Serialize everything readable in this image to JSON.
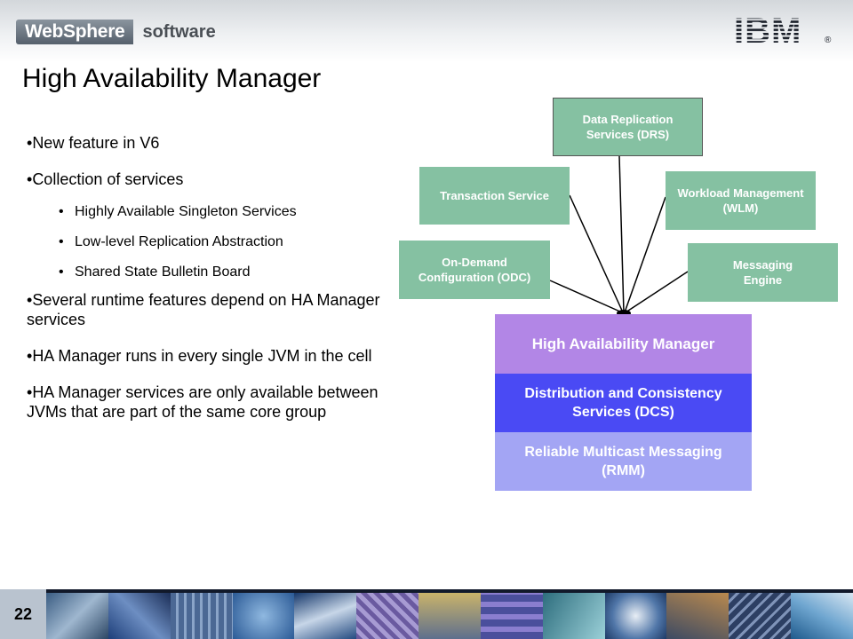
{
  "header": {
    "brand_left": "WebSphere",
    "brand_right": "software",
    "logo_text": "IBM",
    "logo_mark": "®"
  },
  "title": "High Availability Manager",
  "bullets": {
    "b1": "New feature in V6",
    "b2": "Collection of services",
    "sub1": "Highly Available Singleton Services",
    "sub2": "Low-level Replication Abstraction",
    "sub3": "Shared State Bulletin Board",
    "b3": "Several runtime features depend on HA Manager services",
    "b4": "HA Manager runs in every single JVM in the cell",
    "b5": "HA Manager services are only available between JVMs that are part of the same core group"
  },
  "services": {
    "drs": "Data Replication Services (DRS)",
    "ts": "Transaction Service",
    "wlm": "Workload Management (WLM)",
    "odc": "On-Demand Configuration (ODC)",
    "me_line1": "Messaging",
    "me_line2": "Engine"
  },
  "stack": {
    "ham": "High Availability Manager",
    "dcs": "Distribution and Consistency Services (DCS)",
    "rmm": "Reliable Multicast Messaging (RMM)"
  },
  "colors": {
    "service_green": "#85c1a2",
    "ham_purple": "#b286e6",
    "dcs_blue": "#4a4af4",
    "rmm_lavender": "#a3a5f4"
  },
  "footer": {
    "page_number": "22"
  }
}
